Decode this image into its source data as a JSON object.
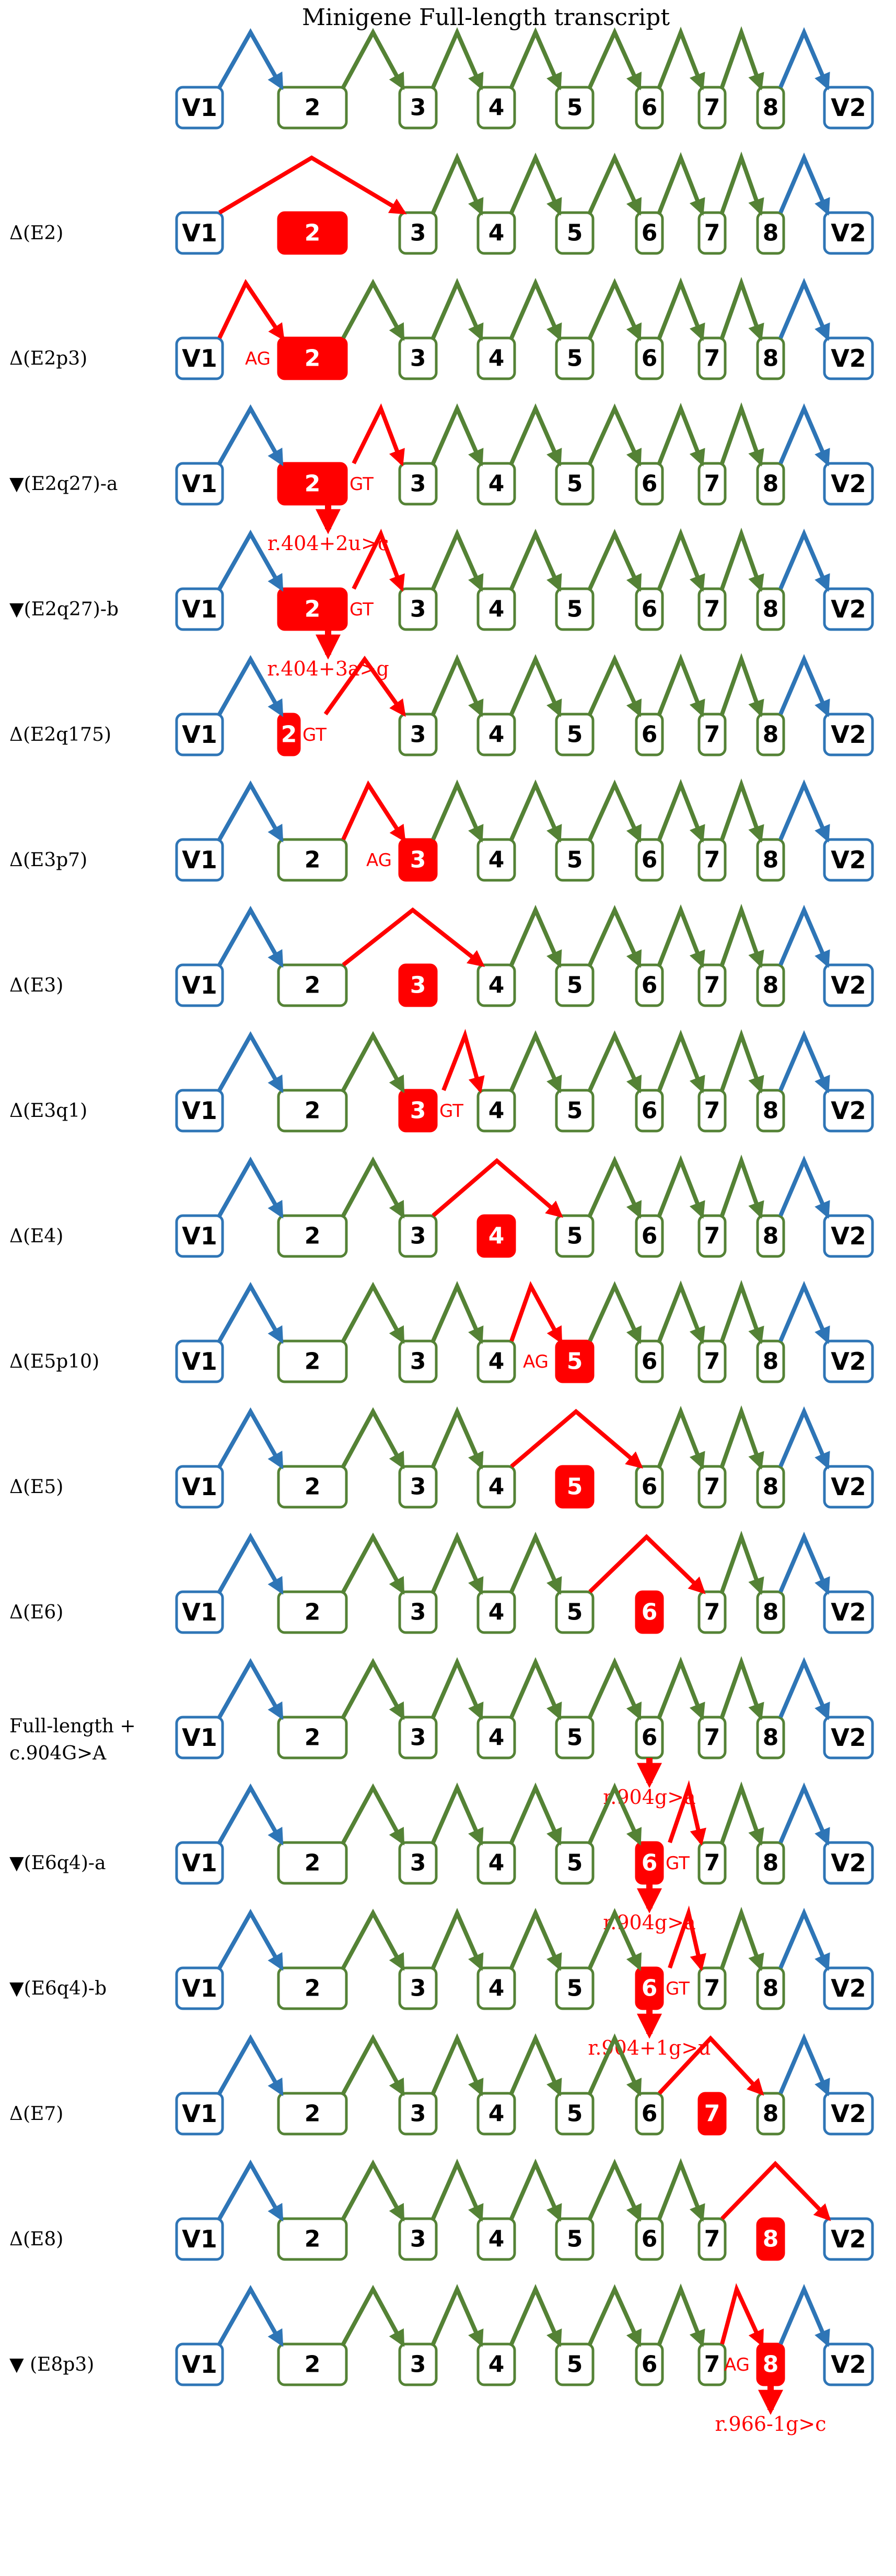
{
  "title": "Minigene Full-length transcript",
  "colors": {
    "vector": "#2e75b6",
    "exon": "#548235",
    "aberrant": "#ff0000",
    "text": "#000000",
    "on_red": "#ffffff"
  },
  "exons": [
    {
      "id": "V1",
      "label": "V1",
      "type": "vector"
    },
    {
      "id": "2",
      "label": "2",
      "type": "exon"
    },
    {
      "id": "3",
      "label": "3",
      "type": "exon"
    },
    {
      "id": "4",
      "label": "4",
      "type": "exon"
    },
    {
      "id": "5",
      "label": "5",
      "type": "exon"
    },
    {
      "id": "6",
      "label": "6",
      "type": "exon"
    },
    {
      "id": "7",
      "label": "7",
      "type": "exon"
    },
    {
      "id": "8",
      "label": "8",
      "type": "exon"
    },
    {
      "id": "V2",
      "label": "V2",
      "type": "vector"
    }
  ],
  "rows": [
    {
      "label": "",
      "red": []
    },
    {
      "label": "Δ(E2)",
      "red": [
        "2"
      ],
      "skip": [
        "V1",
        "3"
      ]
    },
    {
      "label": "Δ(E2p3)",
      "red": [
        "2"
      ],
      "site": {
        "text": "AG",
        "at": "2",
        "side": "left"
      },
      "altArc": "left"
    },
    {
      "label": "▼(E2q27)-a",
      "red": [
        "2"
      ],
      "site": {
        "text": "GT",
        "at": "2",
        "side": "right"
      },
      "altArc": "right",
      "mutation": {
        "text": "r.404+2u>c",
        "at": "2"
      }
    },
    {
      "label": "▼(E2q27)-b",
      "red": [
        "2"
      ],
      "site": {
        "text": "GT",
        "at": "2",
        "side": "right"
      },
      "altArc": "right",
      "mutation": {
        "text": "r.404+3a>g",
        "at": "2"
      }
    },
    {
      "label": "Δ(E2q175)",
      "red": [
        "2"
      ],
      "shrink": "2",
      "site": {
        "text": "GT",
        "at": "2",
        "side": "right"
      },
      "skipFromShrunk": [
        "2",
        "3"
      ]
    },
    {
      "label": "Δ(E3p7)",
      "red": [
        "3"
      ],
      "site": {
        "text": "AG",
        "at": "3",
        "side": "left"
      },
      "altArc": "left"
    },
    {
      "label": "Δ(E3)",
      "red": [
        "3"
      ],
      "skip": [
        "2",
        "4"
      ]
    },
    {
      "label": "Δ(E3q1)",
      "red": [
        "3"
      ],
      "site": {
        "text": "GT",
        "at": "3",
        "side": "right"
      },
      "altArc": "right"
    },
    {
      "label": "Δ(E4)",
      "red": [
        "4"
      ],
      "skip": [
        "3",
        "5"
      ]
    },
    {
      "label": "Δ(E5p10)",
      "red": [
        "5"
      ],
      "site": {
        "text": "AG",
        "at": "5",
        "side": "left"
      },
      "altArc": "left"
    },
    {
      "label": "Δ(E5)",
      "red": [
        "5"
      ],
      "skip": [
        "4",
        "6"
      ]
    },
    {
      "label": "Δ(E6)",
      "red": [
        "6"
      ],
      "skip": [
        "5",
        "7"
      ]
    },
    {
      "label": "Full-length +",
      "label2": "c.904G>A",
      "red": [],
      "mutation": {
        "text": "r.904g>a",
        "at": "6"
      }
    },
    {
      "label": "▼(E6q4)-a",
      "red": [
        "6"
      ],
      "site": {
        "text": "GT",
        "at": "6",
        "side": "right"
      },
      "altArc": "right",
      "mutation": {
        "text": "r.904g>a",
        "at": "6"
      }
    },
    {
      "label": "▼(E6q4)-b",
      "red": [
        "6"
      ],
      "site": {
        "text": "GT",
        "at": "6",
        "side": "right"
      },
      "altArc": "right",
      "mutation": {
        "text": "r.904+1g>u",
        "at": "6"
      }
    },
    {
      "label": "Δ(E7)",
      "red": [
        "7"
      ],
      "skip": [
        "6",
        "8"
      ]
    },
    {
      "label": "Δ(E8)",
      "red": [
        "8"
      ],
      "skip": [
        "7",
        "V2"
      ]
    },
    {
      "label": "▼ (E8p3)",
      "red": [
        "8"
      ],
      "site": {
        "text": "AG",
        "at": "8",
        "side": "left"
      },
      "altArc": "left",
      "mutation": {
        "text": "r.966-1g>c",
        "at": "8"
      }
    }
  ]
}
